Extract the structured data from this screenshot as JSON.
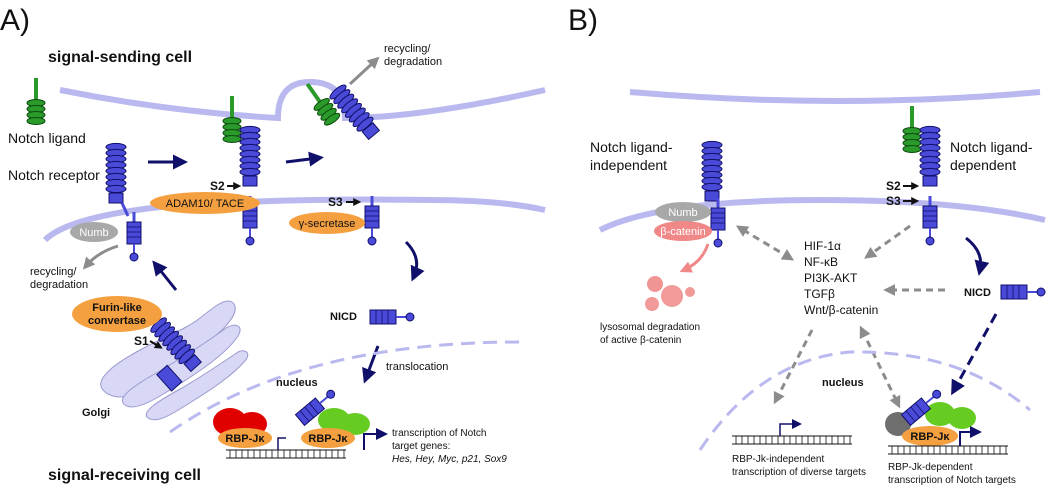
{
  "panel_a": {
    "label": "A)",
    "sending_cell": "signal-sending cell",
    "receiving_cell": "signal-receiving cell",
    "notch_ligand": "Notch ligand",
    "notch_receptor": "Notch receptor",
    "recycling_top_1": "recycling/",
    "recycling_top_2": "degradation",
    "s2": "S2",
    "s3": "S3",
    "adam": "ADAM10/ TACE",
    "gamma": "γ-secretase",
    "numb": "Numb",
    "recycling_left_1": "recycling/",
    "recycling_left_2": "degradation",
    "furin_1": "Furin-like",
    "furin_2": "convertase",
    "s1": "S1",
    "golgi": "Golgi",
    "nicd": "NICD",
    "translocation": "translocation",
    "nucleus": "nucleus",
    "rbp1": "RBP-Jκ",
    "rbp2": "RBP-Jκ",
    "transcription_1": "transcription of Notch",
    "transcription_2": "target genes:",
    "genes": "Hes, Hey, Myc, p21, Sox9"
  },
  "panel_b": {
    "label": "B)",
    "independent_1": "Notch ligand-",
    "independent_2": "independent",
    "dependent_1": "Notch ligand-",
    "dependent_2": "dependent",
    "numb": "Numb",
    "bcatenin": "β-catenin",
    "s2": "S2",
    "s3": "S3",
    "pathways": [
      "HIF-1α",
      "NF-κB",
      "PI3K-AKT",
      "TGFβ",
      "Wnt/β-catenin"
    ],
    "nicd": "NICD",
    "lysosomal_1": "lysosomal degradation",
    "lysosomal_2": "of active β-catenin",
    "nucleus": "nucleus",
    "rbp": "RBP-Jκ",
    "indep_tx_1": "RBP-Jk-independent",
    "indep_tx_2": "transcription of diverse targets",
    "dep_tx_1": "RBP-Jk-dependent",
    "dep_tx_2": "transcription of Notch targets"
  },
  "colors": {
    "membrane": "#b9b9f0",
    "receptor": "#4a4ad8",
    "ligand": "#2a9a2a",
    "enzyme": "#f5a040",
    "arrow_dark": "#10106a",
    "arrow_gray": "#8c8c8c",
    "numb": "#a8a8a8",
    "catenin": "#f08888",
    "red_cofactor": "#e00000",
    "green_cofactor": "#66cc22",
    "golgi": "#d8d8f6"
  }
}
